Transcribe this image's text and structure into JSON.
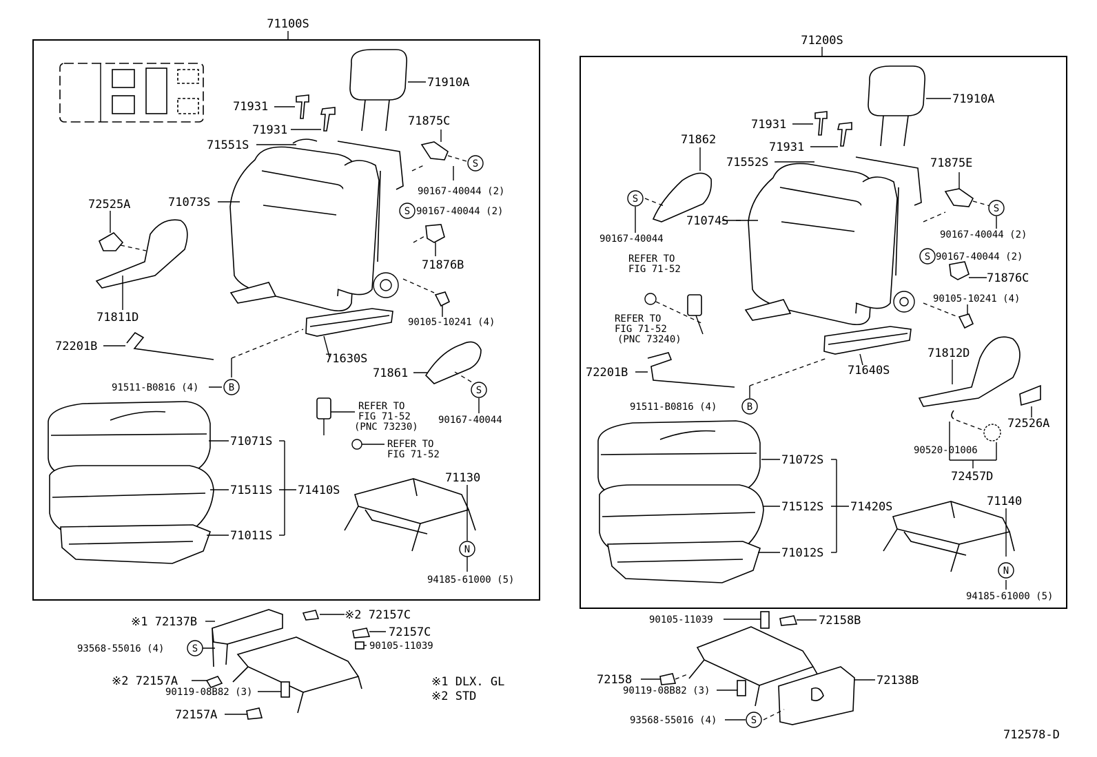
{
  "labels": {
    "l71100S": "71100S",
    "l71910A_l": "71910A",
    "l71931_a": "71931",
    "l71931_b": "71931",
    "l71875C": "71875C",
    "l71551S": "71551S",
    "l71073S": "71073S",
    "l72525A": "72525A",
    "l90167_40044_2a": "90167-40044 (2)",
    "l90167_40044_2b": "90167-40044 (2)",
    "l71876B": "71876B",
    "l71811D": "71811D",
    "l90105_10241_l": "90105-10241 (4)",
    "l72201B_l": "72201B",
    "l71630S": "71630S",
    "l71861": "71861",
    "l91511_l": "91511-B0816 (4)",
    "l90167_40044_l": "90167-40044",
    "refer_a1": "REFER TO",
    "refer_a2": "FIG 71-52",
    "refer_a3": "(PNC 73230)",
    "refer_b1": "REFER TO",
    "refer_b2": "FIG 71-52",
    "l71071S": "71071S",
    "l71511S": "71511S",
    "l71410S": "71410S",
    "l71011S": "71011S",
    "l71130": "71130",
    "l94185_l": "94185-61000 (5)",
    "l72137B": "※1 72137B",
    "l72157C_a": "※2 72157C",
    "l72157C_b": "72157C",
    "l93568_l": "93568-55016 (4)",
    "l90105_11039_l": "90105-11039",
    "l72157A_a": "※2 72157A",
    "l90119_l": "90119-08B82 (3)",
    "l72157A_b": "72157A",
    "note1": "※1  DLX. GL",
    "note2": "※2  STD",
    "l71200S": "71200S",
    "l71910A_r": "71910A",
    "l71931_c": "71931",
    "l71931_d": "71931",
    "l71862": "71862",
    "l71552S": "71552S",
    "l71875E": "71875E",
    "l71074S": "71074S",
    "l90167_40044_r1": "90167-40044",
    "l90167_40044_2c": "90167-40044 (2)",
    "l90167_40044_2d": "90167-40044 (2)",
    "refer_c1": "REFER TO",
    "refer_c2": "FIG 71-52",
    "refer_d1": "REFER TO",
    "refer_d2": "FIG 71-52",
    "refer_d3": "(PNC 73240)",
    "l71876C": "71876C",
    "l90105_10241_r": "90105-10241 (4)",
    "l72201B_r": "72201B",
    "l71640S": "71640S",
    "l71812D": "71812D",
    "l91511_r": "91511-B0816 (4)",
    "l72526A": "72526A",
    "l90520": "90520-01006",
    "l72457D": "72457D",
    "l71072S": "71072S",
    "l71512S": "71512S",
    "l71420S": "71420S",
    "l71012S": "71012S",
    "l71140": "71140",
    "l94185_r": "94185-61000 (5)",
    "l90105_11039_r": "90105-11039",
    "l72158B": "72158B",
    "l72158": "72158",
    "l90119_r": "90119-08B82 (3)",
    "l72138B": "72138B",
    "l93568_r": "93568-55016 (4)",
    "fig_code": "712578-D"
  },
  "callouts": {
    "S": "S",
    "B": "B",
    "N": "N"
  }
}
